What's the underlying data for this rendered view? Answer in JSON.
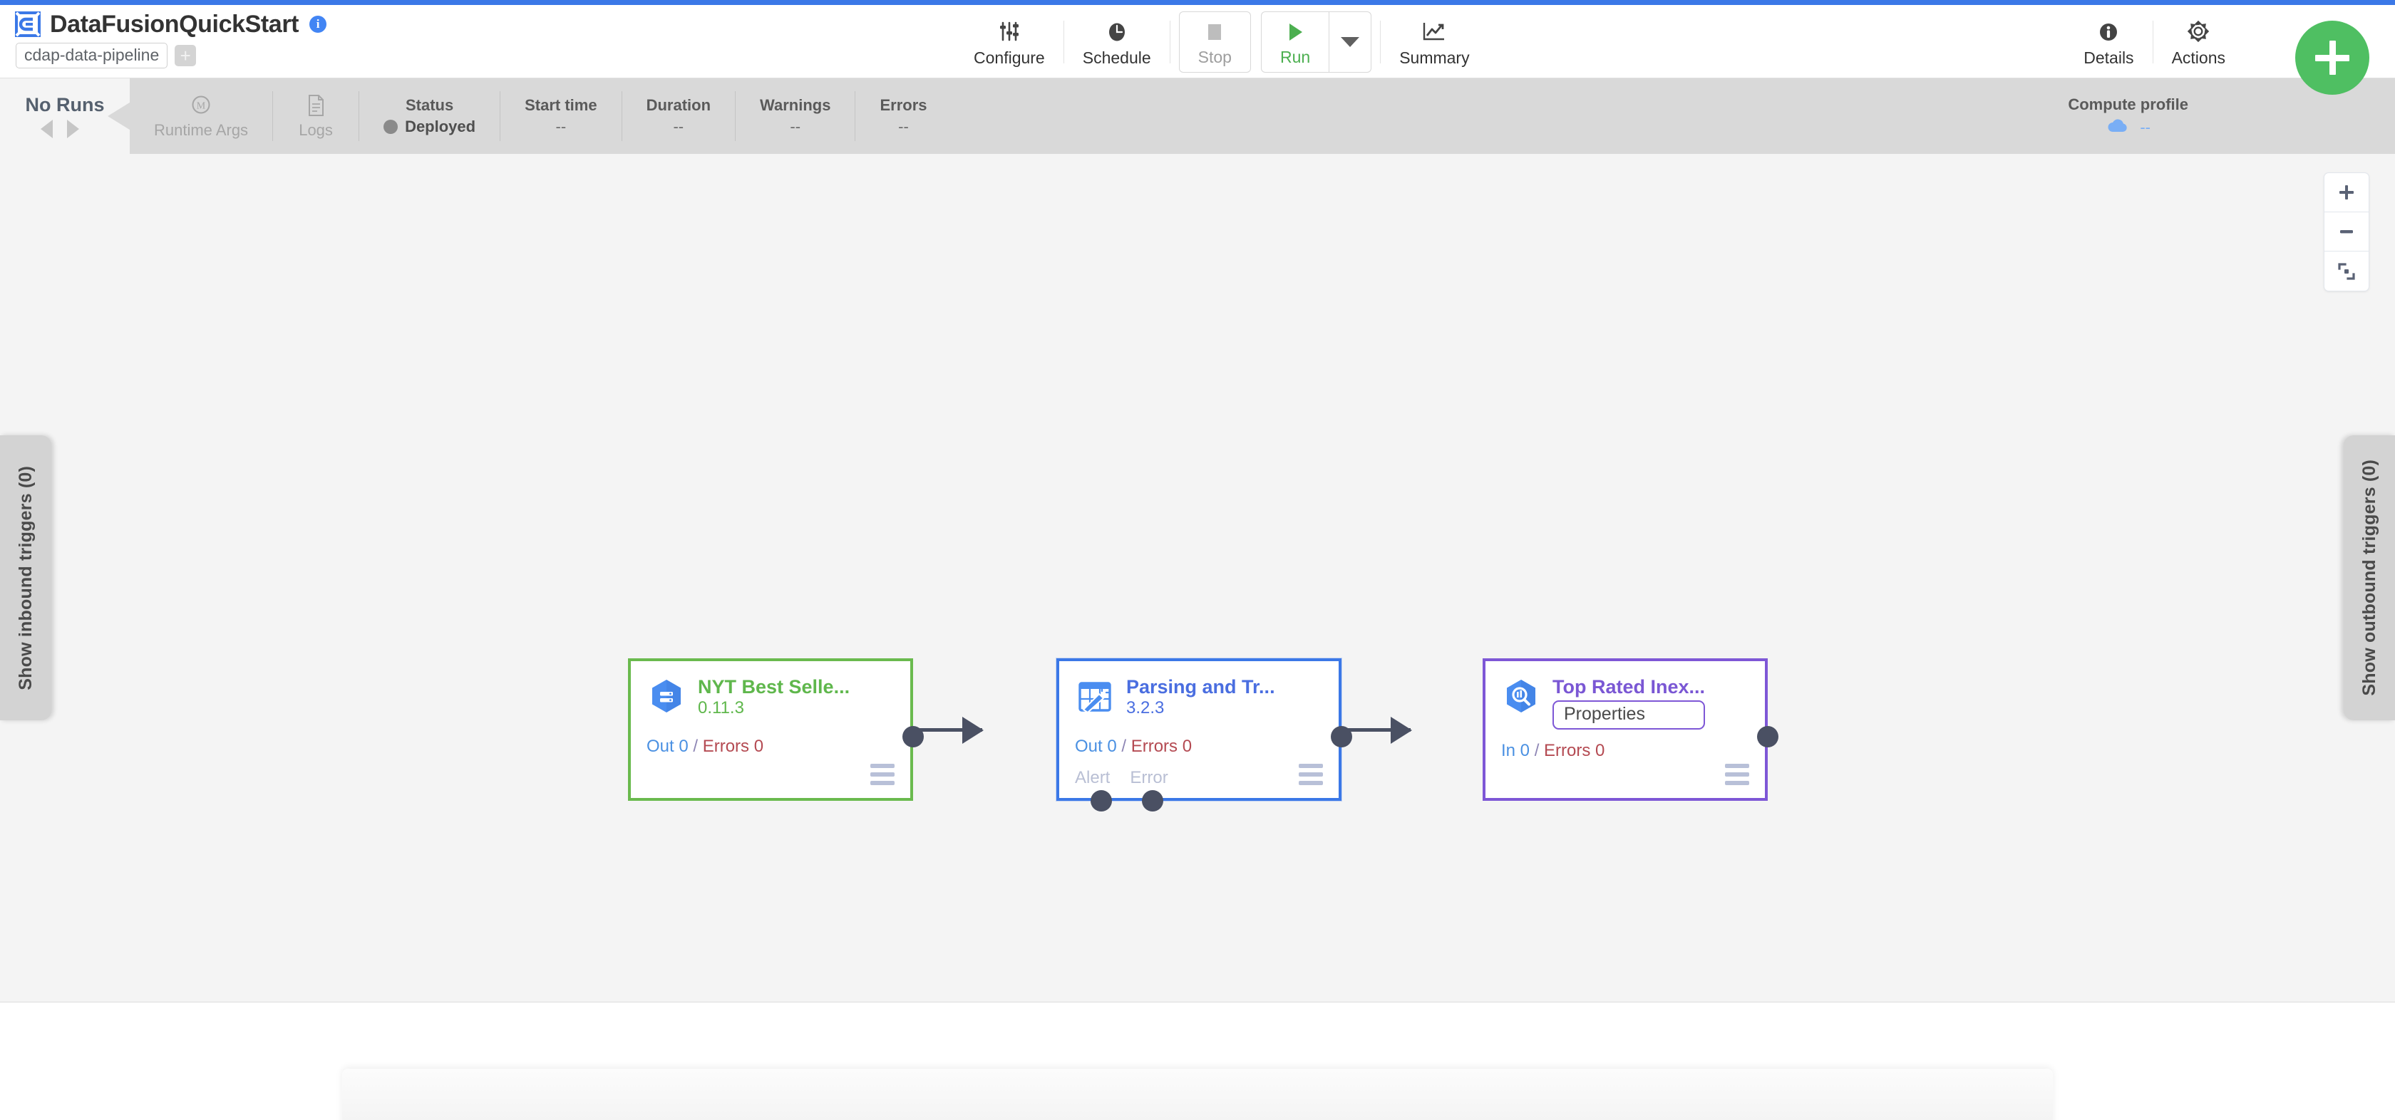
{
  "header": {
    "logo_icon": "cdap-logo-icon",
    "title": "DataFusionQuickStart",
    "info_icon": "info-icon",
    "pipeline_type_chip": "cdap-data-pipeline",
    "add_chip_label": "+",
    "actions": [
      {
        "id": "configure",
        "label": "Configure",
        "icon": "sliders-icon"
      },
      {
        "id": "schedule",
        "label": "Schedule",
        "icon": "clock-icon"
      }
    ],
    "stop_button": {
      "label": "Stop",
      "icon": "stop-square-icon",
      "enabled": false
    },
    "run_button": {
      "label": "Run",
      "icon": "play-triangle-icon",
      "enabled": true
    },
    "run_dropdown_icon": "chevron-down-icon",
    "summary_button": {
      "label": "Summary",
      "icon": "line-chart-icon"
    },
    "right_actions": [
      {
        "id": "details",
        "label": "Details",
        "icon": "info-filled-icon"
      },
      {
        "id": "actions",
        "label": "Actions",
        "icon": "gear-icon"
      }
    ],
    "fab": {
      "label": "+",
      "icon": "plus-icon",
      "color": "#4fbf62"
    }
  },
  "statusbar": {
    "runs_label": "No Runs",
    "prev_icon": "triangle-left-icon",
    "next_icon": "triangle-right-icon",
    "metrics": [
      {
        "id": "runtime-args",
        "head": "",
        "value": "Runtime Args",
        "icon": "macro-m-icon",
        "dim": true
      },
      {
        "id": "logs",
        "head": "",
        "value": "Logs",
        "icon": "document-icon",
        "dim": true
      },
      {
        "id": "status",
        "head": "Status",
        "value": "Deployed"
      },
      {
        "id": "start-time",
        "head": "Start time",
        "value": "--"
      },
      {
        "id": "duration",
        "head": "Duration",
        "value": "--"
      },
      {
        "id": "warnings",
        "head": "Warnings",
        "value": "--"
      },
      {
        "id": "errors",
        "head": "Errors",
        "value": "--"
      }
    ],
    "compute_profile": {
      "head": "Compute profile",
      "value": "--",
      "icon": "cloud-icon"
    }
  },
  "canvas": {
    "zoom_controls": [
      {
        "id": "zoom-in",
        "icon": "plus-icon"
      },
      {
        "id": "zoom-out",
        "icon": "minus-icon"
      },
      {
        "id": "fit-to-screen",
        "icon": "fit-screen-icon"
      }
    ],
    "inbound_trigger_tab": "Show inbound triggers (0)",
    "outbound_trigger_tab": "Show outbound triggers (0)",
    "nodes": [
      {
        "id": "node-nyt-best-sellers",
        "kind": "source",
        "icon": "bigquery-table-icon",
        "name": "NYT Best Selle...",
        "version": "0.11.3",
        "metrics_prefix": "Out 0",
        "metrics_errors": "Errors 0",
        "ports": [],
        "border_color": "#6aba4e"
      },
      {
        "id": "node-parsing-and-transform",
        "kind": "transform",
        "icon": "wrangler-magic-icon",
        "name": "Parsing and Tr...",
        "version": "3.2.3",
        "metrics_prefix": "Out 0",
        "metrics_errors": "Errors 0",
        "ports": [
          "Alert",
          "Error"
        ],
        "border_color": "#3b78e7"
      },
      {
        "id": "node-top-rated-inexpensive",
        "kind": "sink",
        "icon": "bigquery-search-icon",
        "name": "Top Rated Inex...",
        "properties_button": "Properties",
        "metrics_prefix": "In 0",
        "metrics_errors": "Errors 0",
        "ports": [],
        "border_color": "#7e57d6"
      }
    ]
  }
}
